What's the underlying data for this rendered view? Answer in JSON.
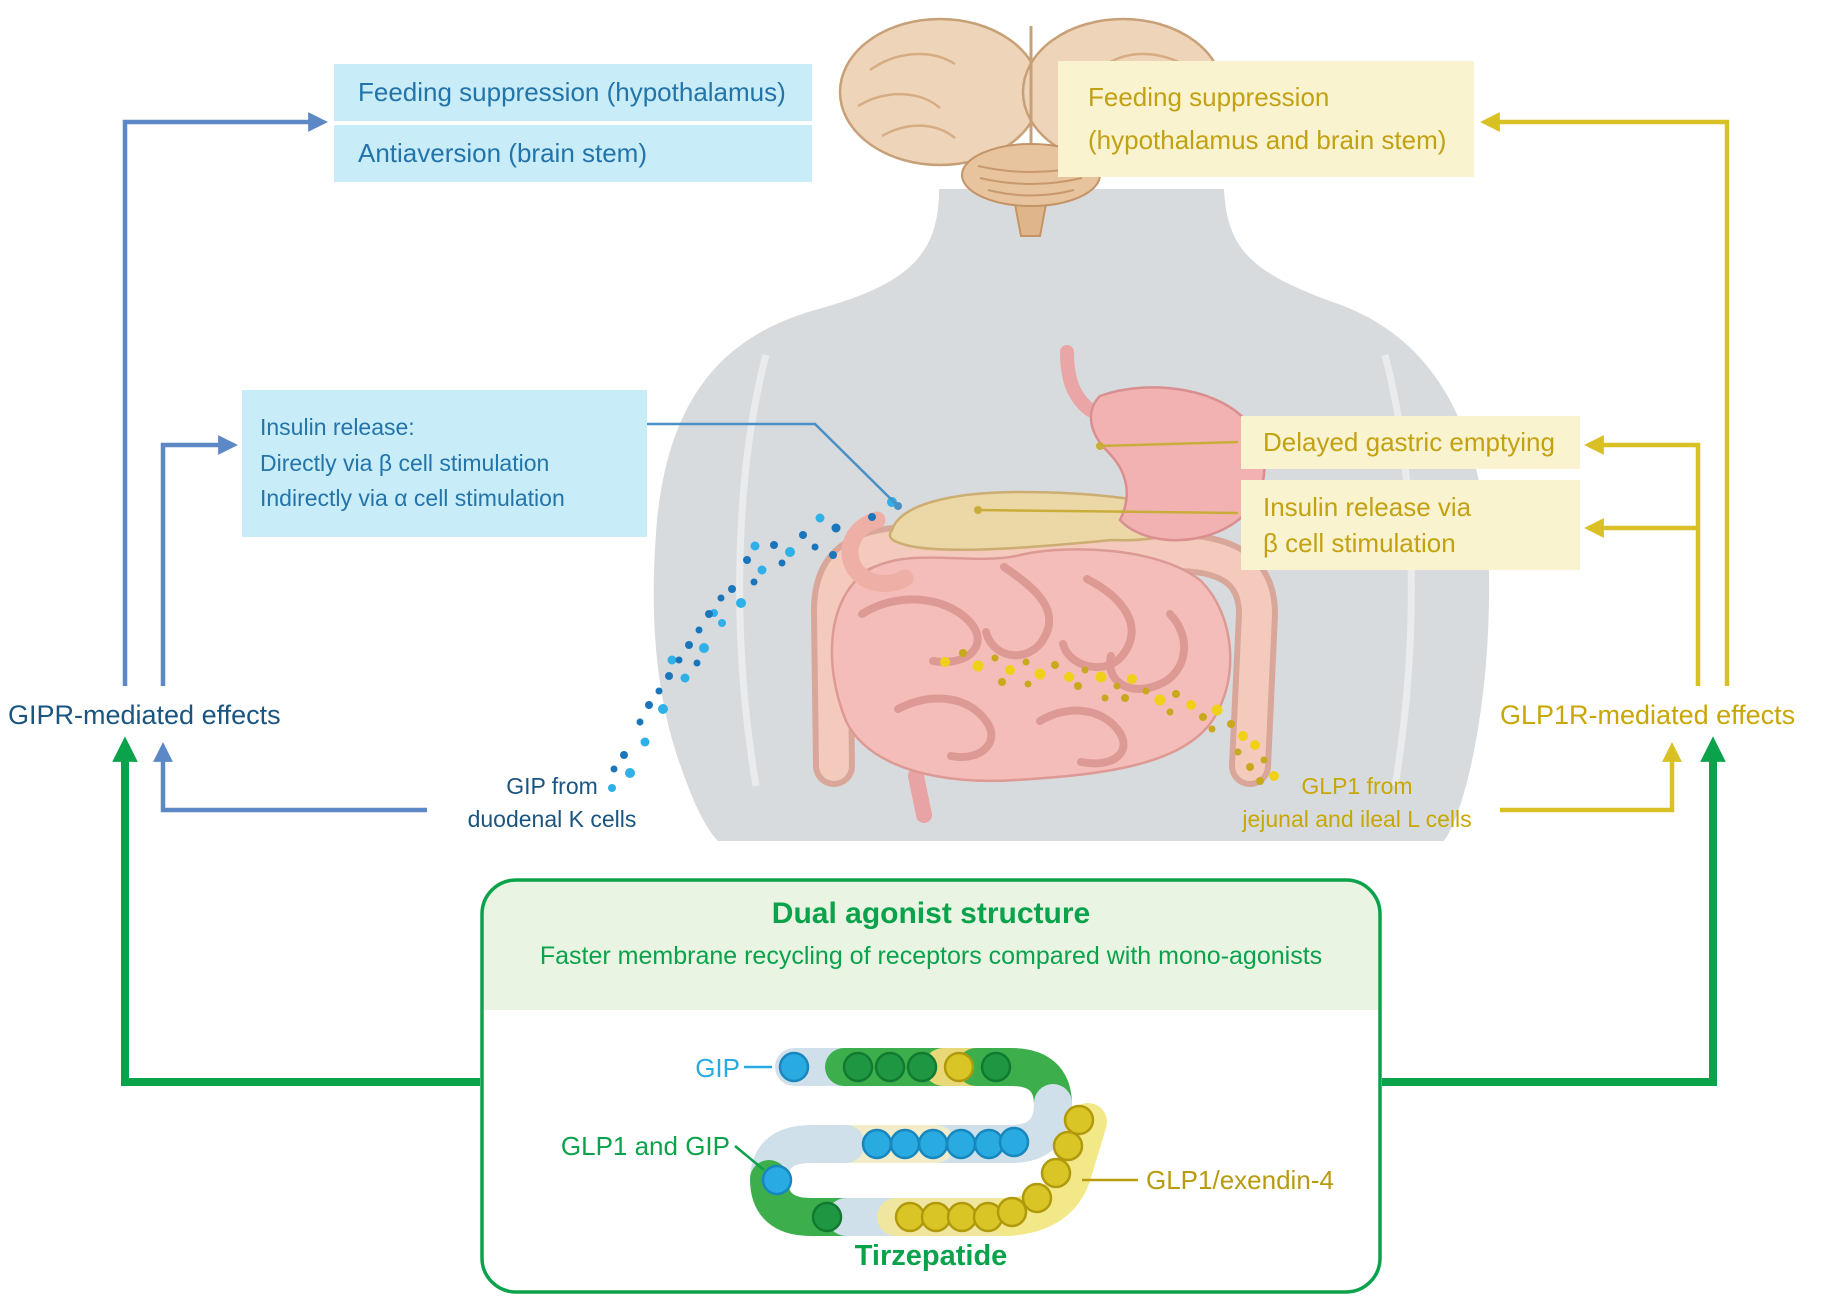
{
  "gipr": {
    "feeding_box": "Feeding suppression (hypothalamus)",
    "antiaversion_box": "Antiaversion (brain stem)",
    "insulin_box": {
      "line1": "Insulin release:",
      "line2": "Directly via β cell stimulation",
      "line3": "Indirectly via α cell stimulation"
    },
    "label": "GIPR-mediated effects",
    "source": {
      "line1": "GIP from",
      "line2": "duodenal K cells"
    }
  },
  "glp1r": {
    "feeding_box": {
      "line1": "Feeding suppression",
      "line2": "(hypothalamus and brain stem)"
    },
    "gastric_box": "Delayed gastric emptying",
    "insulin_box": {
      "line1": "Insulin release via",
      "line2": "β cell stimulation"
    },
    "label": "GLP1R-mediated effects",
    "source": {
      "line1": "GLP1 from",
      "line2": "jejunal and ileal L cells"
    }
  },
  "dual_agonist": {
    "title": "Dual agonist structure",
    "subtitle": "Faster membrane recycling of receptors compared with mono-agonists",
    "gip_label": "GIP",
    "glp1_and_gip_label": "GLP1 and GIP",
    "exendin_label": "GLP1/exendin-4",
    "drug_name": "Tirzepatide"
  },
  "colors": {
    "blue_text": "#2374a9",
    "blue_dark_text": "#1a5580",
    "blue_box_bg": "#c8ecf8",
    "blue_arrow": "#5c88c5",
    "olive_text": "#c2a113",
    "olive_label": "#c8a704",
    "yellow_box_bg": "#faf3cf",
    "yellow_arrow": "#d9c025",
    "green": "#0ba24c",
    "green_box_bg": "#e9f5e2",
    "gip_dot_cyan": "#2fb0e8",
    "gip_dot_blue": "#1b75bb",
    "glp1_dot_yellow": "#f0d018",
    "glp1_dot_olive": "#c8a81c",
    "body_gray": "#d8dbde"
  }
}
